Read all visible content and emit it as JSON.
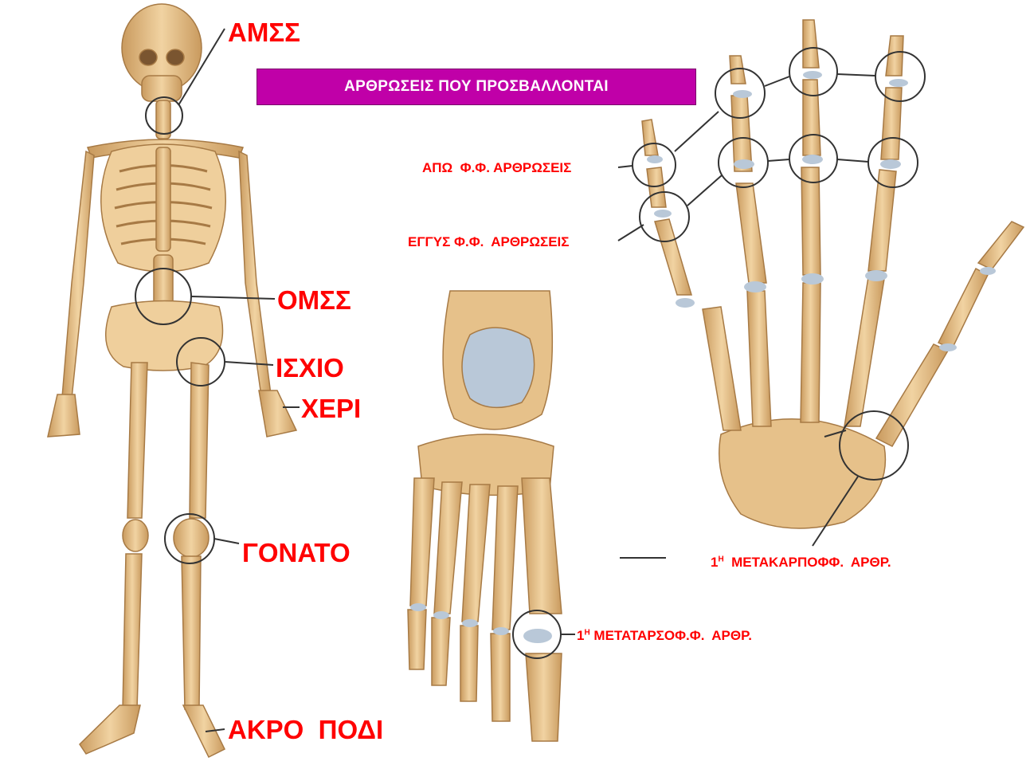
{
  "title": "ΑΡΘΡΩΣΕΙΣ ΠΟΥ ΠΡΟΣΒΑΛΛΟΝΤΑΙ",
  "labels": {
    "amss": "ΑΜΣΣ",
    "omss": "ΟΜΣΣ",
    "ischio": "ΙΣΧΙΟ",
    "cheri": "ΧΕΡΙ",
    "gonato": "ΓΟΝΑΤΟ",
    "akro_podi": "ΑΚΡΟ  ΠΟΔΙ",
    "apo_ff": "ΑΠΩ  Φ.Φ. ΑΡΘΡΩΣΕΙΣ",
    "eggys_ff": "ΕΓΓΥΣ Φ.Φ.  ΑΡΘΡΩΣΕΙΣ",
    "mtc_num": "1",
    "mtc_sup": "Η",
    "mtc_text": "  ΜΕΤΑΚΑΡΠΟΦΦ.  ΑΡΘΡ.",
    "mtt_num": "1",
    "mtt_sup": "Η",
    "mtt_text": " ΜΕΤΑΤΑΡΣΟΦ.Φ.  ΑΡΘΡ."
  },
  "colors": {
    "bone": "#e8c590",
    "bone_dark": "#b98a52",
    "cartilage": "#b9c8d8",
    "label": "#ff0000",
    "title_bg": "#c000a8",
    "circle": "#333333"
  }
}
